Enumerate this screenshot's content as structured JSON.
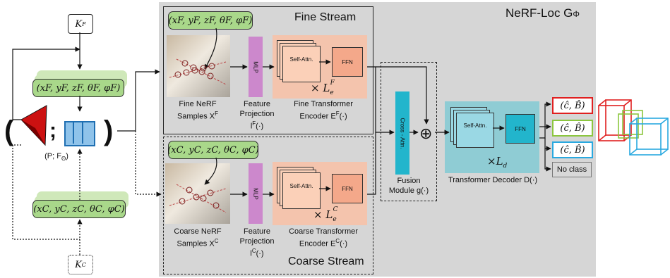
{
  "title": "NeRF-Loc G",
  "title_sub": "Φ",
  "fine_stream": {
    "title": "Fine Stream",
    "params": "(xF, yF, zF, θF, φF)",
    "samples_label_1": "Fine NeRF",
    "samples_label_2": "Samples X",
    "samples_sup": "F",
    "mlp": "MLP",
    "proj_label_1": "Feature",
    "proj_label_2": "Projection l",
    "proj_sup": "F",
    "proj_arg": "(·)",
    "self_attn": "Self-Attn.",
    "ffn": "FFN",
    "repeat": "× L",
    "repeat_sub": "e",
    "repeat_sup": "F",
    "enc_label_1": "Fine Transformer",
    "enc_label_2": "Encoder E",
    "enc_sup": "F",
    "enc_arg": "(·)"
  },
  "coarse_stream": {
    "title": "Coarse Stream",
    "params": "(xC, yC, zC, θC, φC)",
    "samples_label_1": "Coarse NeRF",
    "samples_label_2": "Samples X",
    "samples_sup": "C",
    "mlp": "MLP",
    "proj_label_1": "Feature",
    "proj_label_2": "Projection l",
    "proj_sup": "C",
    "proj_arg": "(·)",
    "self_attn": "Self-Attn.",
    "ffn": "FFN",
    "repeat": "× L",
    "repeat_sub": "e",
    "repeat_sup": "C",
    "enc_label_1": "Coarse Transformer",
    "enc_label_2": "Encoder E",
    "enc_sup": "C",
    "enc_arg": "(·)"
  },
  "fusion": {
    "cross_attn": "Cross - Attn.",
    "label_1": "Fusion",
    "label_2": "Module g(·)",
    "plus": "⊕"
  },
  "decoder": {
    "self_attn": "Self-Attn.",
    "ffn": "FFN",
    "repeat": "×L",
    "repeat_sub": "d",
    "label": "Transformer Decoder D(·)"
  },
  "outputs": [
    {
      "text": "(ĉ, B̂)",
      "color": "#e02020"
    },
    {
      "text": "(ĉ, B̂)",
      "color": "#8cc63f"
    },
    {
      "text": "(ĉ, B̂)",
      "color": "#29a9e0"
    }
  ],
  "no_class": "No class",
  "left": {
    "k_fine": "K",
    "k_fine_sup": "F",
    "k_coarse": "K",
    "k_coarse_sup": "C",
    "params_fine": "(xF, yF, zF, θF, φF)",
    "params_coarse": "(xC, yC, zC, θC, φC)",
    "open_paren": "(",
    "semicolon": ";",
    "close_paren": ")",
    "input_label": "(P; F",
    "input_label_sub": "Θ",
    "input_label_end": ")"
  },
  "colors": {
    "panel": "#d6d6d6",
    "green": "#a9d88a",
    "mlp": "#cc88cc",
    "encoder": "#f4c4ad",
    "cyan": "#22b5cc",
    "decoder": "#8fccd4",
    "red": "#e02020",
    "box_green": "#8cc63f",
    "box_blue": "#29a9e0"
  }
}
